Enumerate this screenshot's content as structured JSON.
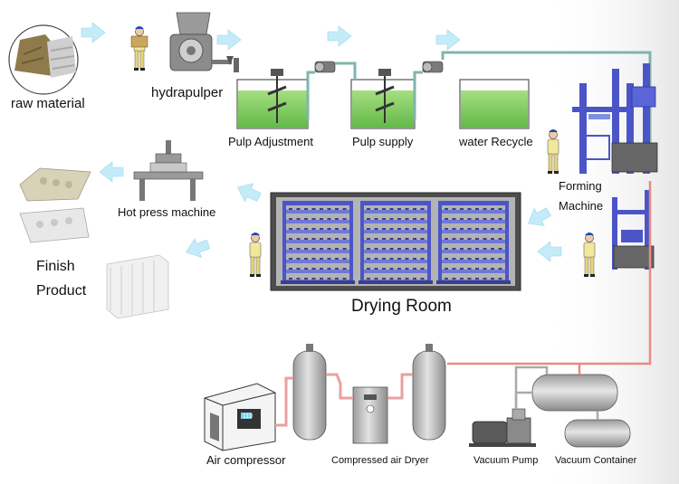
{
  "labels": {
    "raw_material": "raw material",
    "hydrapulper": "hydrapulper",
    "pulp_adjustment": "Pulp Adjustment",
    "pulp_supply": "Pulp supply",
    "water_recycle": "water Recycle",
    "forming_machine_line1": "Forming",
    "forming_machine_line2": "Machine",
    "hot_press_machine": "Hot press machine",
    "finish_product_line1": "Finish",
    "finish_product_line2": "Product",
    "drying_room": "Drying Room",
    "air_compressor": "Air compressor",
    "compressed_air_dryer": "Compressed air Dryer",
    "vacuum_pump": "Vacuum Pump",
    "vacuum_container": "Vacuum Container"
  },
  "colors": {
    "arrow": "#bfe9f6",
    "pulp": "#8fd36a",
    "water_pipe": "#7fb5ad",
    "vacuum_pipe": "#e88a86",
    "air_pipe": "#e9a0a0",
    "frame": "#4b55c8",
    "tank": "#c9c9c9",
    "worker_shirt": "#f2e79a"
  },
  "gauge_text": "110"
}
